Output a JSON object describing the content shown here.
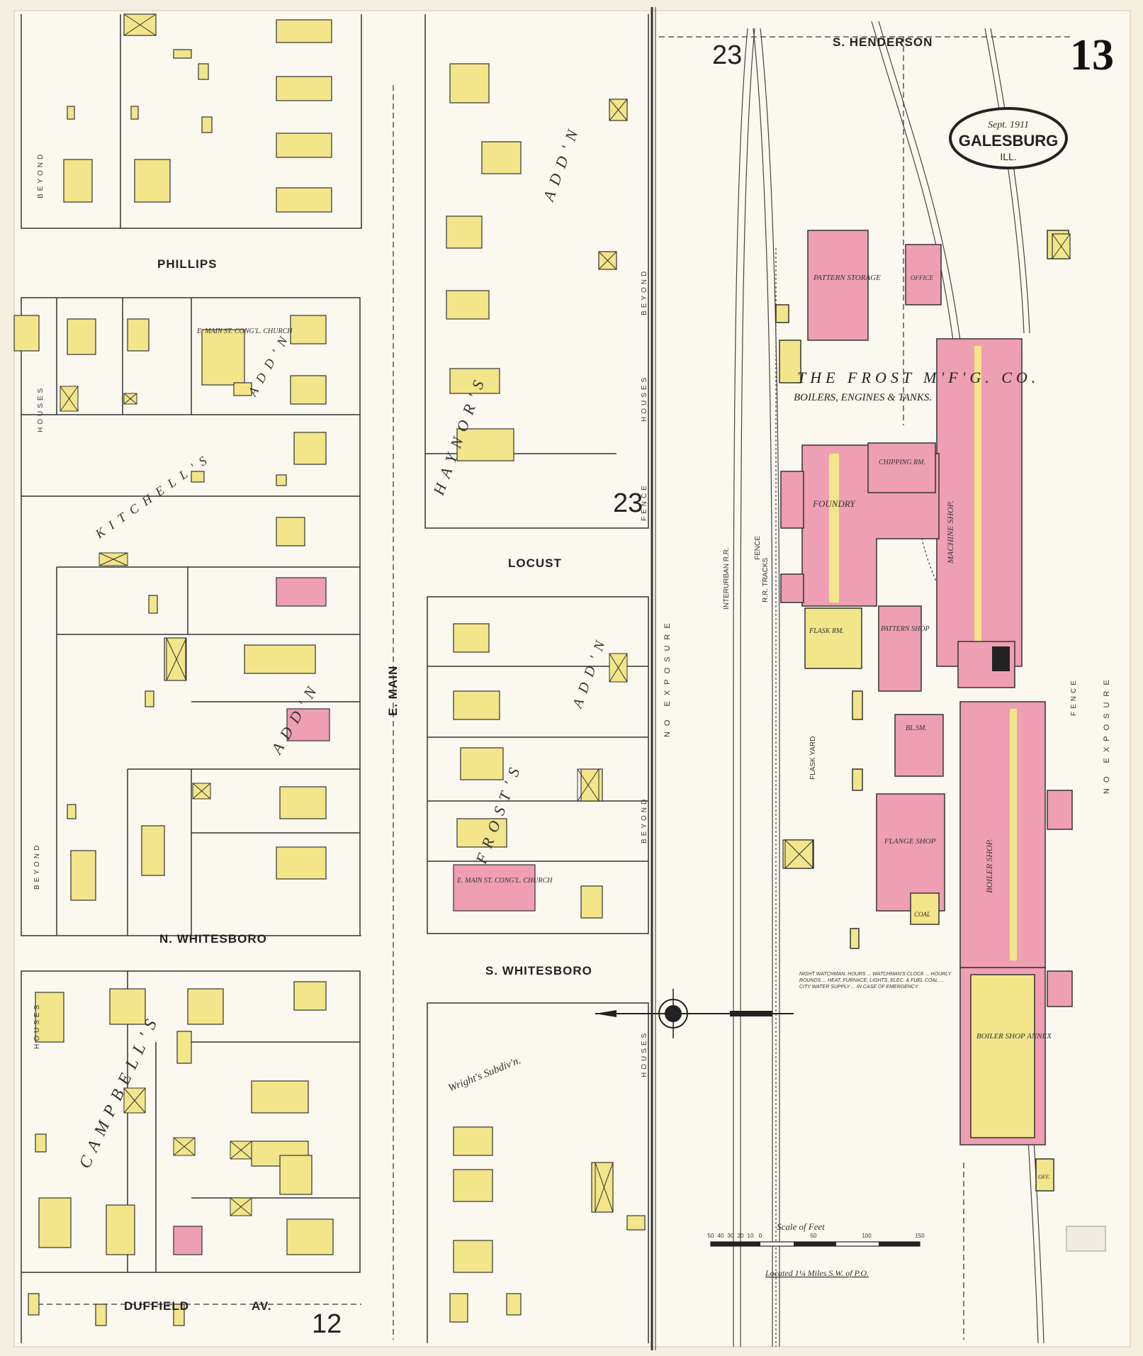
{
  "sheet_number": "13",
  "cartouche": {
    "date": "Sept. 1911",
    "city": "GALESBURG",
    "state": "ILL."
  },
  "block_numbers": [
    "23",
    "23",
    "12"
  ],
  "streets": {
    "s_henderson": "S. HENDERSON",
    "phillips": "PHILLIPS",
    "locust": "LOCUST",
    "e_main": "E. MAIN",
    "n_whitesboro": "N. WHITESBORO",
    "s_whitesboro": "S. WHITESBORO",
    "duffield": "DUFFIELD",
    "av": "AV."
  },
  "additions": {
    "kitchells": "KITCHELL'S",
    "kitchells_addn": "ADD'N",
    "campbells": "CAMPBELL'S",
    "campbells_addn": "ADD'N",
    "haynors": "HAYNOR'S",
    "haynors_addn": "ADD'N",
    "frosts": "FROST'S",
    "frosts_addn": "ADD'N",
    "wrights": "Wright's Subdiv'n."
  },
  "company": {
    "name": "THE FROST M'F'G. CO.",
    "products": "BOILERS, ENGINES & TANKS."
  },
  "buildings": {
    "pattern_storage": "PATTERN STORAGE",
    "foundry": "FOUNDRY",
    "chipping_rm": "CHIPPING RM.",
    "machine_shop": "MACHINE SHOP.",
    "flask_rm": "FLASK RM.",
    "pattern_shop": "PATTERN SHOP",
    "blsm": "BL.SM.",
    "flange_shop": "FLANGE SHOP",
    "boiler_shop": "BOILER SHOP.",
    "boiler_annex": "BOILER SHOP ANNEX",
    "office": "OFFICE",
    "church_n": "E. MAIN ST. CONG'L. CHURCH",
    "church_s": "E. MAIN ST. CONG'L. CHURCH",
    "coal": "COAL",
    "office_small": "OFF."
  },
  "rail_labels": {
    "interurban": "INTERURBAN R.R.",
    "rr_tracks": "R.R. TRACKS",
    "fence": "FENCE",
    "flask_yard": "FLASK YARD"
  },
  "margin_labels": {
    "beyond": "BEYOND",
    "houses": "HOUSES",
    "no_exposure": "NO EXPOSURE",
    "fence": "FENCE"
  },
  "scale": {
    "title": "Scale of Feet",
    "ticks": [
      "50",
      "40",
      "30",
      "20",
      "10",
      "0",
      "50",
      "100",
      "150"
    ]
  },
  "location_note": "Located 1¼ Miles S.W. of P.O.",
  "watchman_note": "NIGHT WATCHMAN, HOURS ... WATCHMAN'S CLOCK ... HOURLY ROUNDS ... HEAT, FURNACE, LIGHTS, ELEC. & FUEL COAL ... CITY WATER SUPPLY ... IN CASE OF EMERGENCY.",
  "colors": {
    "paper": "#f4efe0",
    "frame": "#ffffff",
    "brick": "#ef9fb3",
    "frame_bld": "#f2e58a",
    "line": "#333333"
  }
}
